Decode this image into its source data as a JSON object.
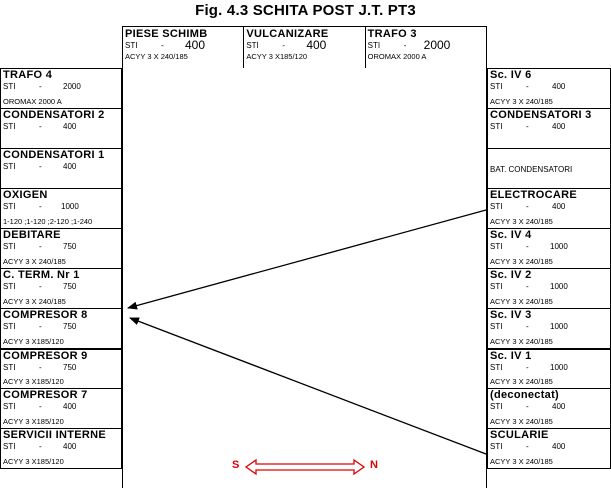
{
  "title": "Fig. 4.3 SCHITA POST J.T. PT3",
  "top": [
    {
      "name": "PIESE SCHIMB",
      "sti_label": "STI",
      "sti_dash": "-",
      "sti_value": "400",
      "cable": "ACYY 3 X 240/185"
    },
    {
      "name": "VULCANIZARE",
      "sti_label": "STI",
      "sti_dash": "-",
      "sti_value": "400",
      "cable": "ACYY 3 X185/120"
    },
    {
      "name": "TRAFO  3",
      "sti_label": "STI",
      "sti_dash": "-",
      "sti_value": "2000",
      "cable": "OROMAX  2000 A"
    }
  ],
  "left": [
    {
      "name": "TRAFO  4",
      "sti_label": "STI",
      "sti_dash": "-",
      "sti_value": "2000",
      "cable": "OROMAX   2000 A"
    },
    {
      "name": "CONDENSATORI  2",
      "sti_label": "STI",
      "sti_dash": "-",
      "sti_value": "400",
      "cable": ""
    },
    {
      "name": "CONDENSATORI  1",
      "sti_label": "STI",
      "sti_dash": "-",
      "sti_value": "400",
      "cable": ""
    },
    {
      "name": "OXIGEN",
      "sti_label": "STI",
      "sti_dash": "-",
      "sti_value": "1000",
      "cable": "1-120 ;1-120 ;2-120 ;1-240"
    },
    {
      "name": "DEBITARE",
      "sti_label": "STI",
      "sti_dash": "-",
      "sti_value": "750",
      "cable": "ACYY 3 X 240/185"
    },
    {
      "name": "C. TERM. Nr 1",
      "sti_label": "STI",
      "sti_dash": "-",
      "sti_value": "750",
      "cable": "ACYY 3 X 240/185"
    },
    {
      "name": "COMPRESOR 8",
      "sti_label": "STI",
      "sti_dash": "-",
      "sti_value": "750",
      "cable": "ACYY 3 X185/120"
    },
    {
      "name": "COMPRESOR 9",
      "sti_label": "STI",
      "sti_dash": "-",
      "sti_value": "750",
      "cable": "ACYY 3 X185/120"
    },
    {
      "name": "COMPRESOR 7",
      "sti_label": "STI",
      "sti_dash": "-",
      "sti_value": "400",
      "cable": "ACYY 3 X185/120"
    },
    {
      "name": "SERVICII INTERNE",
      "sti_label": "STI",
      "sti_dash": "-",
      "sti_value": "400",
      "cable": "ACYY 3 X185/120"
    }
  ],
  "right": [
    {
      "name": "Sc. IV  6",
      "sti_label": "STI",
      "sti_dash": "-",
      "sti_value": "400",
      "cable": "ACYY 3 X 240/185",
      "mid": ""
    },
    {
      "name": "CONDENSATORI  3",
      "sti_label": "STI",
      "sti_dash": "-",
      "sti_value": "400",
      "cable": "",
      "mid": ""
    },
    {
      "name": "",
      "sti_label": "",
      "sti_dash": "",
      "sti_value": "",
      "cable": "",
      "mid": "BAT. CONDENSATORI"
    },
    {
      "name": "ELECTROCARE",
      "sti_label": "STI",
      "sti_dash": "-",
      "sti_value": "400",
      "cable": "ACYY 3 X 240/185",
      "mid": ""
    },
    {
      "name": "Sc. IV  4",
      "sti_label": "STI",
      "sti_dash": "-",
      "sti_value": "1000",
      "cable": "ACYY 3 X 240/185",
      "mid": ""
    },
    {
      "name": "Sc. IV  2",
      "sti_label": "STI",
      "sti_dash": "-",
      "sti_value": "1000",
      "cable": "ACYY 3 X 240/185",
      "mid": ""
    },
    {
      "name": "Sc. IV  3",
      "sti_label": "STI",
      "sti_dash": "-",
      "sti_value": "1000",
      "cable": "ACYY 3 X 240/185",
      "mid": ""
    },
    {
      "name": "Sc. IV  1",
      "sti_label": "STI",
      "sti_dash": "-",
      "sti_value": "1000",
      "cable": "ACYY 3 X 240/185",
      "mid": ""
    },
    {
      "name": "(deconectat)",
      "sti_label": "STI",
      "sti_dash": "-",
      "sti_value": "400",
      "cable": "ACYY 3 X 240/185",
      "mid": ""
    },
    {
      "name": "SCULARIE",
      "sti_label": "STI",
      "sti_dash": "-",
      "sti_value": "400",
      "cable": "ACYY 3 X 240/185",
      "mid": ""
    }
  ],
  "direction": {
    "left": "S",
    "right": "N",
    "color": "#e00000"
  }
}
